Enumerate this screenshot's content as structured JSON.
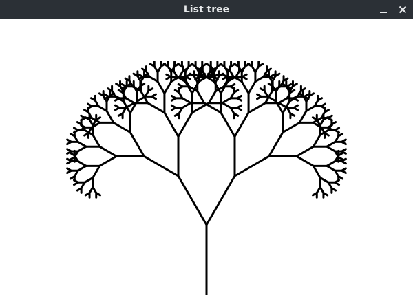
{
  "window": {
    "title": "List tree"
  },
  "controls": {
    "minimize_icon": "minimize-icon",
    "close_icon": "close-icon"
  },
  "tree": {
    "stroke_color": "#000000",
    "background_color": "#ffffff",
    "depth": 8,
    "branch_angle_deg": 30,
    "length_ratio": 0.7
  }
}
